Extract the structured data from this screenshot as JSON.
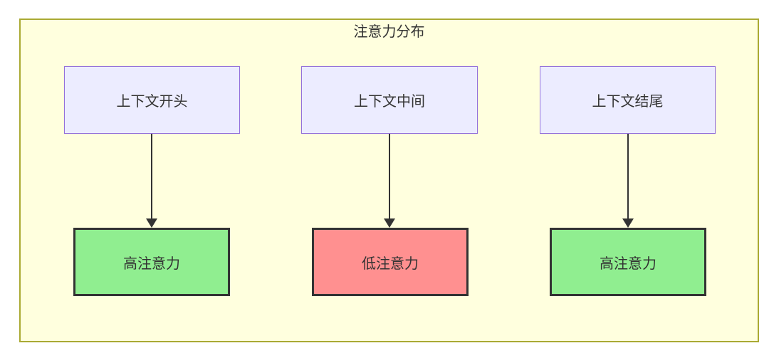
{
  "diagram": {
    "title": "注意力分布",
    "nodes": {
      "top": [
        {
          "label": "上下文开头"
        },
        {
          "label": "上下文中间"
        },
        {
          "label": "上下文结尾"
        }
      ],
      "bottom": [
        {
          "label": "高注意力",
          "level": "high"
        },
        {
          "label": "低注意力",
          "level": "low"
        },
        {
          "label": "高注意力",
          "level": "high"
        }
      ]
    },
    "edges": [
      {
        "from": "上下文开头",
        "to": "高注意力"
      },
      {
        "from": "上下文中间",
        "to": "低注意力"
      },
      {
        "from": "上下文结尾",
        "to": "高注意力"
      }
    ],
    "colors": {
      "cluster_fill": "#ffffde",
      "cluster_border": "#aaaa33",
      "node_fill": "#ececff",
      "node_border": "#9370db",
      "high_fill": "#90ee90",
      "low_fill": "#ff9090",
      "result_border": "#333333",
      "arrow": "#333333",
      "text": "#333333"
    }
  }
}
